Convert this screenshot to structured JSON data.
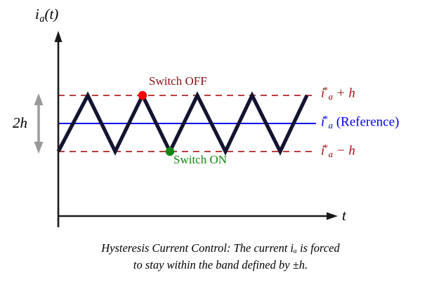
{
  "figure": {
    "title_caption_line1": "Hysteresis Current Control: The current iₐ is forced",
    "title_caption_line2": "to stay within the band defined by ±h.",
    "axes": {
      "y_label": "i",
      "y_label_sub": "a",
      "y_label_paren": "(t)",
      "x_label": "t"
    },
    "labels": {
      "upper_band": "i",
      "upper_band_sub": "a",
      "upper_band_star": "*",
      "upper_band_suffix": " + h",
      "reference": "i",
      "reference_sub": "a",
      "reference_star": "*",
      "reference_suffix": " (Reference)",
      "lower_band": "i",
      "lower_band_sub": "a",
      "lower_band_star": "*",
      "lower_band_suffix": " − h",
      "switch_off": "Switch OFF",
      "switch_on": "Switch ON",
      "band_measure": "2h"
    },
    "colors": {
      "band_dashed": "#b22222",
      "reference_line": "#0000ee",
      "waveform": "#141432",
      "switch_off_marker": "#ff0000",
      "switch_on_marker": "#118811",
      "axis": "#1a1a1a",
      "measure_arrow": "#999999",
      "switch_off_text": "#8b0f17",
      "switch_on_text": "#118811",
      "band_label_text": "#9e1111",
      "reference_label_text": "#0000ee"
    }
  },
  "chart_data": {
    "type": "line",
    "title": "Hysteresis Current Control",
    "xlabel": "t",
    "ylabel": "i_a(t)",
    "grid": false,
    "legend": "right-of-axes",
    "axis_origin": {
      "x": 83,
      "y": 308
    },
    "axis_x_end": 481,
    "axis_y_top": 48,
    "levels": {
      "upper_band_y": 136,
      "reference_y": 176,
      "lower_band_y": 216,
      "upper_band_value": "i_a* + h",
      "reference_value": "i_a*",
      "lower_band_value": "i_a* - h",
      "band_width_label": "2h"
    },
    "band_line_x_start": 83,
    "band_line_x_end": 450,
    "series": [
      {
        "name": "i_a (actual current)",
        "type": "triangular-ripple",
        "color": "#141432",
        "points": [
          {
            "x": 83,
            "y": 216
          },
          {
            "x": 125,
            "y": 136
          },
          {
            "x": 164,
            "y": 216
          },
          {
            "x": 203,
            "y": 136
          },
          {
            "x": 242,
            "y": 216
          },
          {
            "x": 281,
            "y": 136
          },
          {
            "x": 321,
            "y": 216
          },
          {
            "x": 359,
            "y": 136
          },
          {
            "x": 399,
            "y": 216
          },
          {
            "x": 437,
            "y": 136
          }
        ]
      }
    ],
    "annotations": [
      {
        "name": "switch-off",
        "x": 203,
        "y": 136,
        "marker": "dot",
        "color": "#ff0000",
        "text": "Switch OFF"
      },
      {
        "name": "switch-on",
        "x": 242,
        "y": 216,
        "marker": "dot",
        "color": "#118811",
        "text": "Switch ON"
      }
    ]
  }
}
